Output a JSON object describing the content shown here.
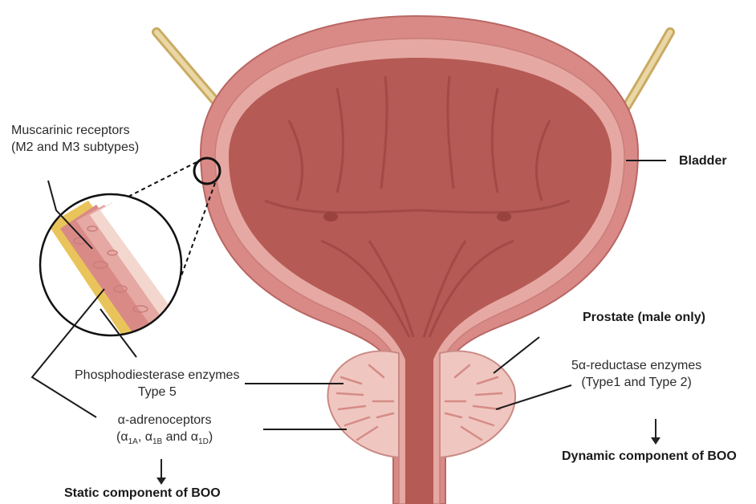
{
  "labels": {
    "muscarinic_line1": "Muscarinic receptors",
    "muscarinic_line2": "(M2 and M3 subtypes)",
    "bladder": "Bladder",
    "prostate": "Prostate (male only)",
    "reductase_line1": "5α-reductase enzymes",
    "reductase_line2": "(Type1 and Type 2)",
    "pde_line1": "Phosphodiesterase enzymes",
    "pde_line2": "Type 5",
    "alpha_line1": "α-adrenoceptors",
    "alpha_open": "(α",
    "alpha_sub1": "1A",
    "alpha_mid1": ", α",
    "alpha_sub2": "1B",
    "alpha_mid2": " and α",
    "alpha_sub3": "1D",
    "alpha_close": ")",
    "dynamic": "Dynamic component of BOO",
    "static": "Static component of BOO"
  },
  "colors": {
    "bladder_wall": "#d97f7f",
    "bladder_wall_light": "#e8a3a0",
    "bladder_lumen": "#b55a54",
    "prostate_fill": "#f0c6c0",
    "ureter": "#e0c98d",
    "leader_line": "#1a1a1a"
  }
}
